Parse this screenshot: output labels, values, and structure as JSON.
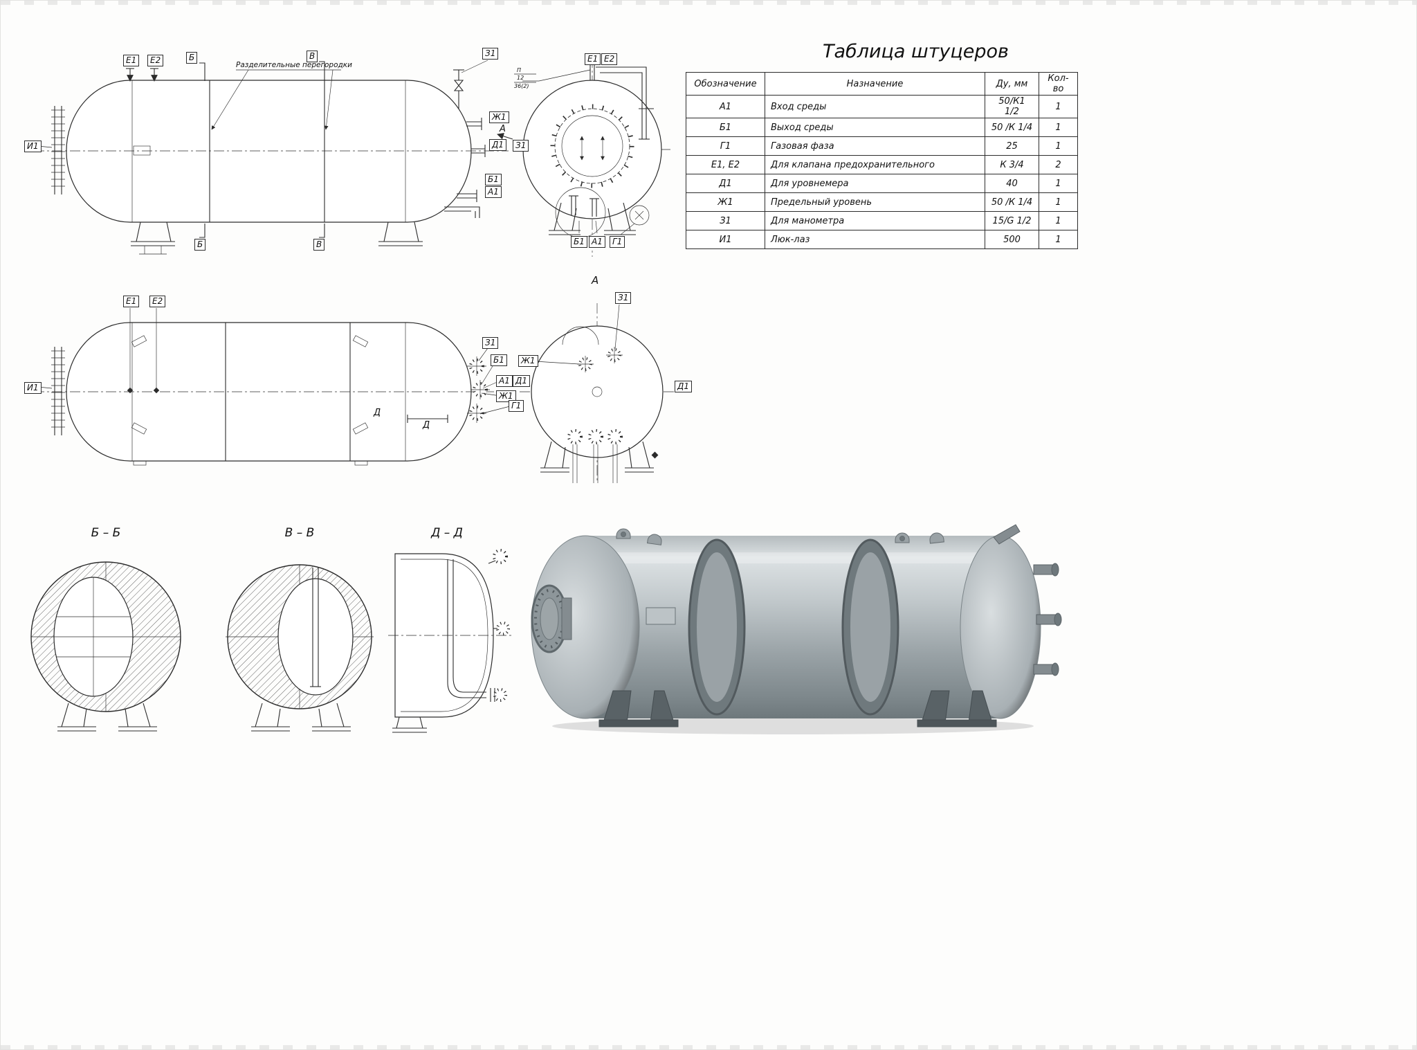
{
  "sheet": {
    "background": "#fdfdfc",
    "line_color": "#2b2b2b"
  },
  "table": {
    "title": "Таблица штуцеров",
    "columns": [
      "Обозначение",
      "Назначение",
      "Ду, мм",
      "Кол-во"
    ],
    "rows": [
      {
        "code": "А1",
        "purpose": "Вход среды",
        "dn": "50/К1 1/2",
        "qty": "1"
      },
      {
        "code": "Б1",
        "purpose": "Выход среды",
        "dn": "50 /К 1/4",
        "qty": "1"
      },
      {
        "code": "Г1",
        "purpose": "Газовая фаза",
        "dn": "25",
        "qty": "1"
      },
      {
        "code": "Е1, Е2",
        "purpose": "Для клапана предохранительного",
        "dn": "К 3/4",
        "qty": "2"
      },
      {
        "code": "Д1",
        "purpose": "Для уровнемера",
        "dn": "40",
        "qty": "1"
      },
      {
        "code": "Ж1",
        "purpose": "Предельный уровень",
        "dn": "50 /К 1/4",
        "qty": "1"
      },
      {
        "code": "З1",
        "purpose": "Для манометра",
        "dn": "15/G 1/2",
        "qty": "1"
      },
      {
        "code": "И1",
        "purpose": "Люк-лаз",
        "dn": "500",
        "qty": "1"
      }
    ]
  },
  "labels": {
    "e1": "Е1",
    "e2": "Е2",
    "b": "Б",
    "v": "В",
    "d": "Д",
    "a": "А",
    "z1": "З1",
    "zh1": "Ж1",
    "d1": "Д1",
    "b1": "Б1",
    "a1": "А1",
    "g1": "Г1",
    "i1": "И1"
  },
  "annotations": {
    "partitions": "Разделительные перегородки",
    "callout_line1": "П",
    "callout_line2": "12",
    "callout_line3": "36(2)"
  },
  "sections": {
    "bb": "Б – Б",
    "vv": "В – В",
    "dd": "Д – Д"
  },
  "view_a_title": "А",
  "render_colors": {
    "body_light": "#dde2e4",
    "body_mid": "#aab3b6",
    "body_dark": "#6e787c",
    "opening_rim": "#525a5e",
    "opening": "#6f797d",
    "saddle": "#596266"
  }
}
